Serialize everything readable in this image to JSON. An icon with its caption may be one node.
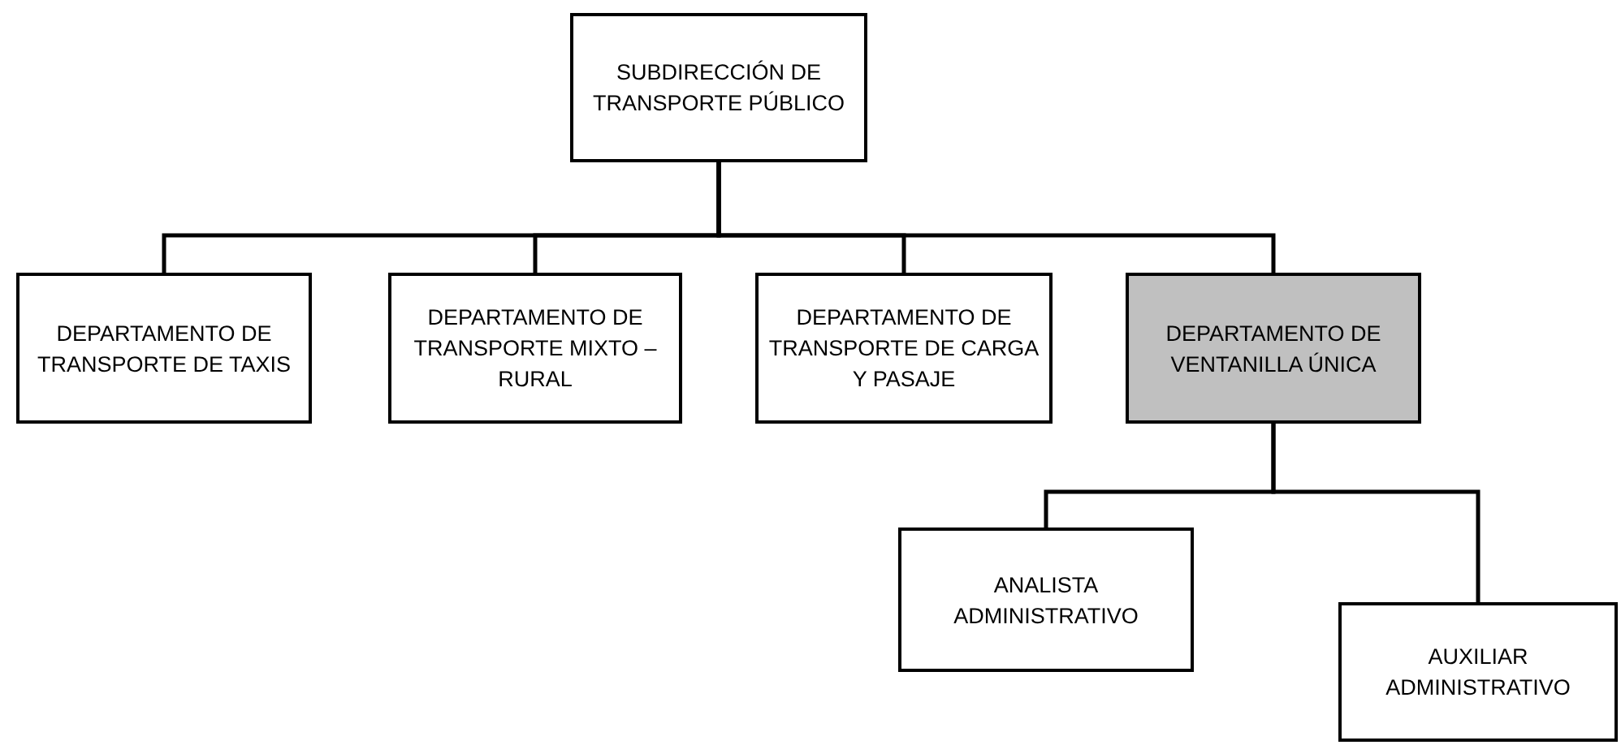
{
  "diagram": {
    "nodes": [
      {
        "text": [
          "SUBDIRECCIÓN DE TRANSPORTE PÚBLICO"
        ]
      },
      {
        "text": [
          "DEPARTAMENTO DE TRANSPORTE DE TAXIS"
        ]
      },
      {
        "text": [
          "DEPARTAMENTO DE TRANSPORTE MIXTO – RURAL"
        ]
      },
      {
        "text": [
          "DEPARTAMENTO DE TRANSPORTE DE CARGA Y PASAJE"
        ]
      },
      {
        "text": [
          "DEPARTAMENTO DE VENTANILLA ÚNICA"
        ]
      },
      {
        "text": [
          "ANALISTA ADMINISTRATIVO"
        ]
      },
      {
        "text": [
          "AUXILIAR ADMINISTRATIVO"
        ]
      }
    ],
    "edges": [
      {
        "from": 0,
        "to": 1,
        "arrow": "none"
      },
      {
        "from": 0,
        "to": 2,
        "arrow": "none"
      },
      {
        "from": 0,
        "to": 3,
        "arrow": "none"
      },
      {
        "from": 0,
        "to": 4,
        "arrow": "none"
      },
      {
        "from": 4,
        "to": 5,
        "arrow": "none"
      },
      {
        "from": 4,
        "to": 6,
        "arrow": "none"
      }
    ]
  }
}
